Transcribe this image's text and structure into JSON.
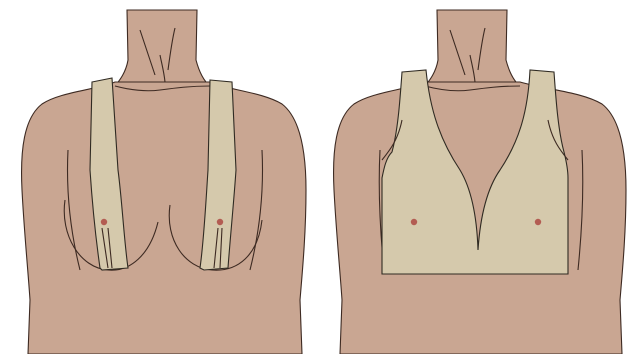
{
  "colors": {
    "background": "#ffffff",
    "skin": "#c9a692",
    "garment": "#d5c9ac",
    "nipple_dot": "#b35c52",
    "outline": "#3d2a22"
  },
  "panels": [
    {
      "id": "left",
      "depicts": "torso-with-two-vertical-straps"
    },
    {
      "id": "right",
      "depicts": "torso-with-cropped-vest-top"
    }
  ]
}
